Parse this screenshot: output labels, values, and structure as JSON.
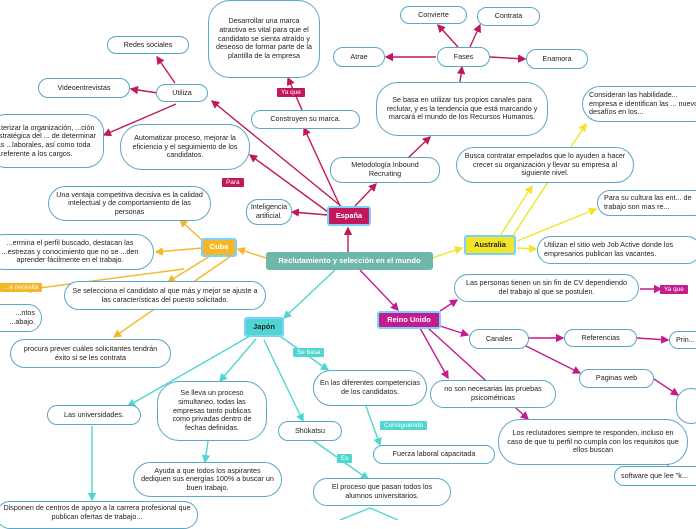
{
  "colors": {
    "spain": "#c2185b",
    "cuba": "#f5b728",
    "australia": "#f1e42a",
    "uk": "#c21c8e",
    "japan": "#4fd6d1",
    "root": "#6fb7a8",
    "border": "#5aa7c8"
  },
  "root": {
    "label": "Reclutamiento y selección en el mundo"
  },
  "espana": {
    "hub": "España",
    "utiliza": "Utiliza",
    "redes": "Redes sociales",
    "video": "Videoentrevistas",
    "organizacion": "...terizar la organización, ...ción estratégica del ... de determinar las ...laborales, así como toda ...referente a los cargos.",
    "para_tag": "Para",
    "automatizar": "Automatizar proceso, mejorar la eficiencia y el seguimiento de los candidatos.",
    "ia": "Inteligencia artificial.",
    "construyen": "Construyen su marca.",
    "yaque_tag": "Ya que",
    "marca": "Desarrollar una marca atractiva es vital para que el candidato se sienta atraído y deseoso de formar parte de la plantilla de la empresa",
    "metodologia": "Metodología Inbound Recruiting",
    "se_basa": "Se basa en utilizar tus propios canales para reclutar, y es la tendencia que está marcando y marcará el mundo de los Recursos Humanos.",
    "fases": "Fases",
    "atrae": "Atrae",
    "convierte": "Convierte",
    "contrata": "Contrata",
    "enamora": "Enamora"
  },
  "cuba": {
    "hub": "Cuba",
    "ventaja": "Una ventaja competitiva decisiva es la calidad intelectual y de comportamiento de las personas",
    "perfil": "...ermina el perfil buscado, destacan las ...estrezas y conocimiento que no se ...den aprender fácilmente en el trabajo.",
    "se_necesita_tag": "...e necesita",
    "talentos": "...ntos ...abajo.",
    "selecciona": "Se selecciona el candidato al que más y mejor se ajuste a las características del puesto solicitado.",
    "prever": "procura prever cuáles solicitantes tendrán éxito si se les contrata"
  },
  "australia": {
    "hub": "Australia",
    "busca": "Busca contratar empelados que lo ayuden a hacer crecer su organización y llevar su empresa al siguiente nivel.",
    "habilidades": "Consideran las habilidade... empresa e identifican las ... nuevos desafíos  en los...",
    "cultura": "Para su cultura las ent... de trabajo son mas re...",
    "sitio": "Utilizan el sitio web Job Active donde los empresarios publican las vacantes."
  },
  "uk": {
    "hub": "Reino Unido",
    "personas": "Las personas tienen un sin fin de CV dependiendo del trabajo al que se postulen.",
    "yaque_tag": "Ya que",
    "canales": "Canales",
    "referencias": "Referencias",
    "prin": "Prin...",
    "paginas": "Paginas web",
    "pruebas": "no son necesarias las pruebas psicométricas",
    "reclutadores": "Los reclutadores siempre te responden, incluso en caso de que tu perfil no cumpla con los requisitos que ellos buscan",
    "software": "software que lee \"k..."
  },
  "japon": {
    "hub": "Japón",
    "se_basa_tag": "Se basa",
    "competencias": "En las diferentes competencias de los candidatos.",
    "consiguiendo_tag": "Consiguiendo",
    "fuerza": "Fuerza laboral capacitada",
    "universidades": "Las universidades.",
    "proceso": "Se lleva un proceso simultaneo, todas las empresas tanto publicas como privadas dentro de fechas definidas.",
    "ayuda": "Ayuda a que todos los aspirantes dediquen sus energías 100% a buscar un buen trabajo.",
    "shukatsu": "Shūkatsu",
    "es_tag": "Es",
    "proceso_pasan": "El proceso que pasan todos los alumnos universitarios.",
    "centros": "Disponen de centros de apoyo a la carrera profesional que publican ofertas de trabajo..."
  }
}
